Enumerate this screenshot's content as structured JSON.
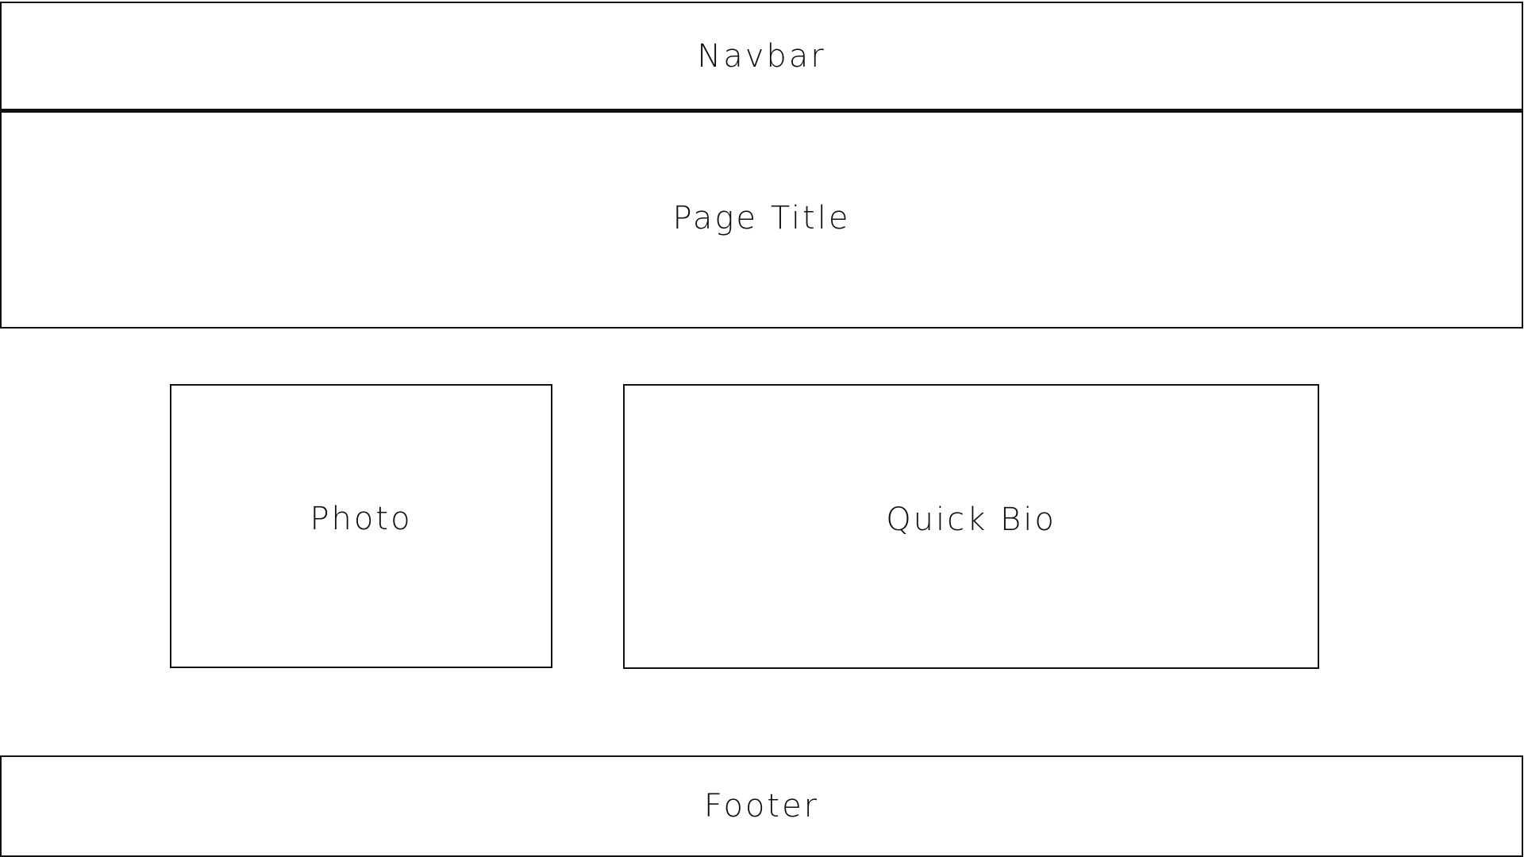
{
  "wireframe": {
    "navbar_label": "Navbar",
    "page_title_label": "Page Title",
    "photo_label": "Photo",
    "bio_label": "Quick Bio",
    "footer_label": "Footer"
  },
  "colors": {
    "stroke": "#111111",
    "background": "#ffffff",
    "text": "#111111"
  }
}
